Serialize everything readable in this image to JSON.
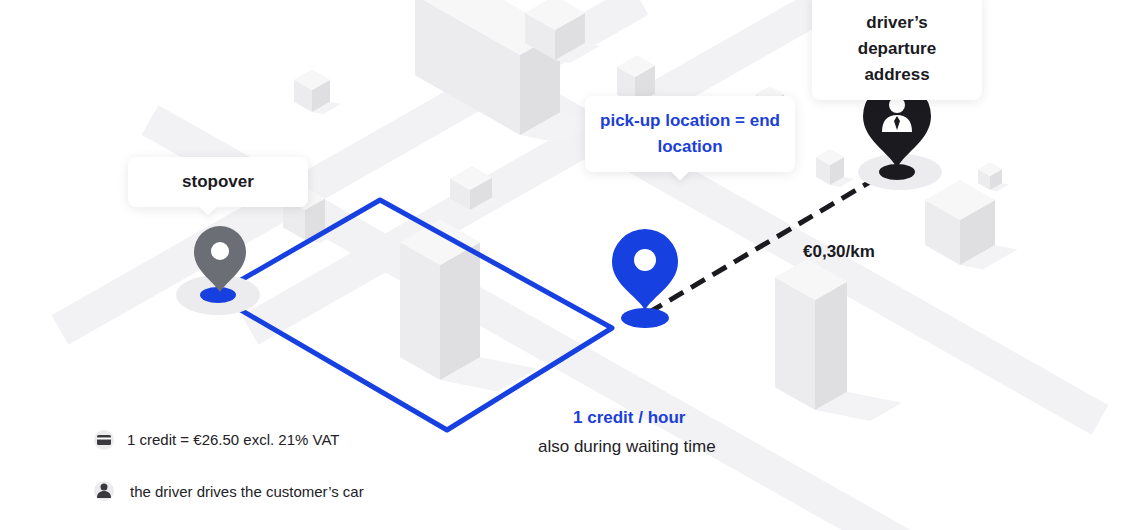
{
  "diagram": {
    "nodes": [
      {
        "text": [
          "driver’s departure address"
        ]
      },
      {
        "text": [
          "pick-up location = end location"
        ]
      },
      {
        "text": [
          "stopover"
        ]
      }
    ],
    "labels": [
      "€0,30/km",
      "1 credit / hour",
      "also during waiting time",
      "1 credit = €26.50 excl. 21% VAT",
      "the driver drives the customer’s car"
    ]
  }
}
